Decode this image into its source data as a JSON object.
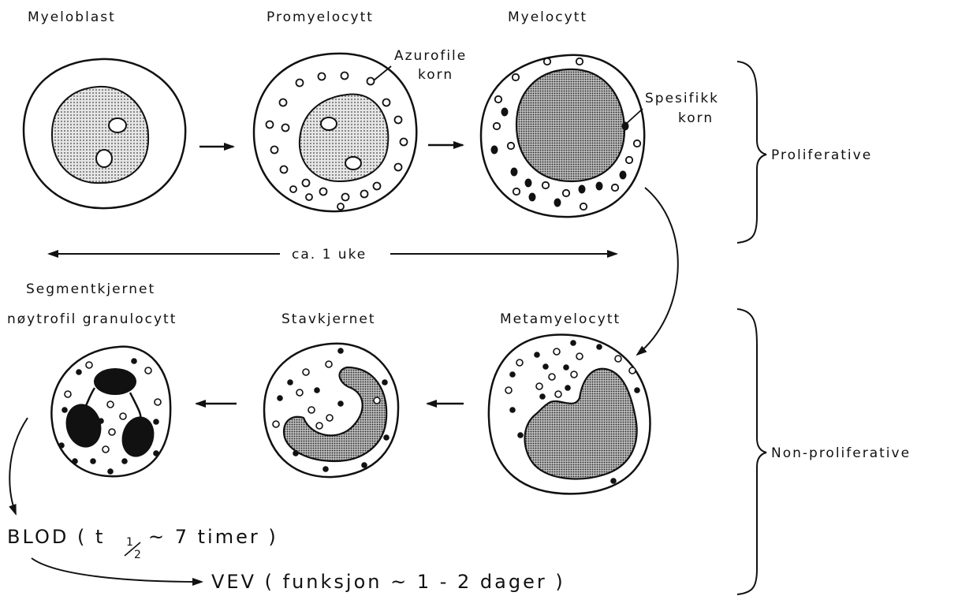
{
  "labels": {
    "myeloblast": "Myeloblast",
    "promyelocytt": "Promyelocytt",
    "myelocytt": "Myelocytt",
    "azurofile_line1": "Azurofile",
    "azurofile_line2": "korn",
    "spesifikk_line1": "Spesifikk",
    "spesifikk_line2": "korn",
    "proliferative": "Proliferative",
    "non_proliferative": "Non-proliferative",
    "duration": "ca. 1 uke",
    "segment_line1": "Segmentkjernet",
    "segment_line2": "nøytrofil granulocytt",
    "stavkjernet": "Stavkjernet",
    "metamyelocytt": "Metamyelocytt"
  },
  "blood": {
    "prefix": "BLOD ( t",
    "sub_top": "1",
    "sub_bottom": "2",
    "suffix": "~ 7 timer )"
  },
  "tissue": {
    "text": "VEV ( funksjon ~ 1 - 2 dager )"
  },
  "colors": {
    "ink": "#111111",
    "nucleus_fill": "#cfcfcf"
  }
}
